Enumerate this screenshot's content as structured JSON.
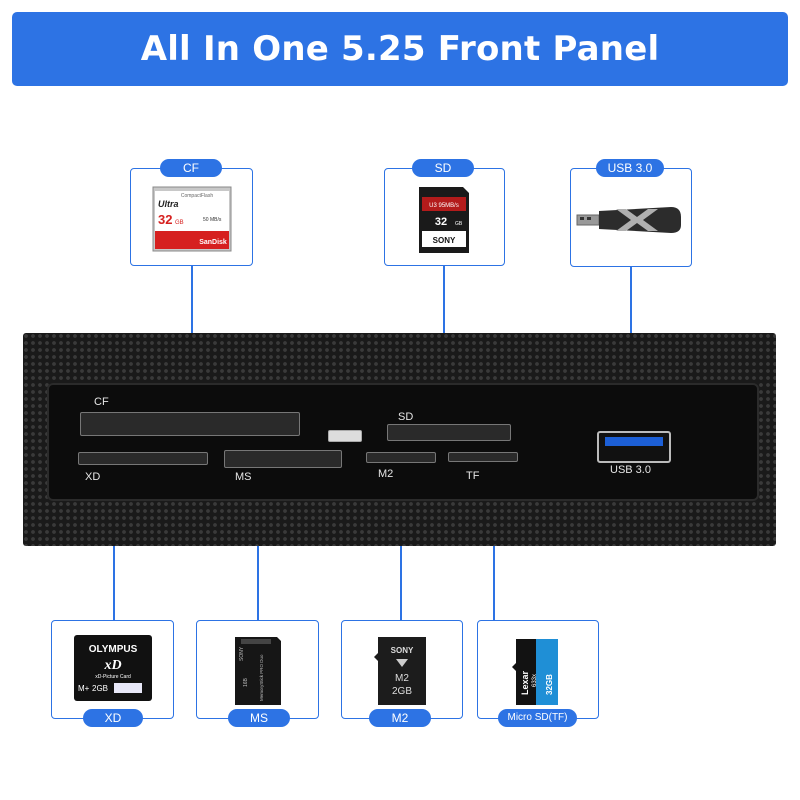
{
  "title": "All In One 5.25 Front Panel",
  "top_cards": [
    {
      "tag": "CF",
      "brand": "SanDisk",
      "model": "Ultra",
      "capacity": "32",
      "unit": "GB",
      "speed": "50 MB/s",
      "top": "CompactFlash"
    },
    {
      "tag": "SD",
      "capacity": "32",
      "unit": "GB",
      "brand": "SONY",
      "speed": "U3 95MB/s"
    },
    {
      "tag": "USB 3.0"
    }
  ],
  "panel_labels": {
    "cf": "CF",
    "sd": "SD",
    "xd": "XD",
    "ms": "MS",
    "m2": "M2",
    "tf": "TF",
    "usb": "USB 3.0"
  },
  "bottom_cards": [
    {
      "tag": "XD",
      "brand": "OLYMPUS",
      "logo": "xD",
      "subtitle": "xD-Picture Card",
      "type": "M+",
      "capacity": "2GB"
    },
    {
      "tag": "MS",
      "brand": "SONY",
      "capacity": "16B",
      "text": "MemoryStick PRO Duo"
    },
    {
      "tag": "M2",
      "brand": "SONY",
      "type": "M2",
      "capacity": "2GB"
    },
    {
      "tag": "Micro SD(TF)",
      "brand": "Lexar",
      "capacity": "32GB",
      "speed": "633x"
    }
  ],
  "colors": {
    "accent": "#2d73e4",
    "panel": "#1a1a1a"
  }
}
